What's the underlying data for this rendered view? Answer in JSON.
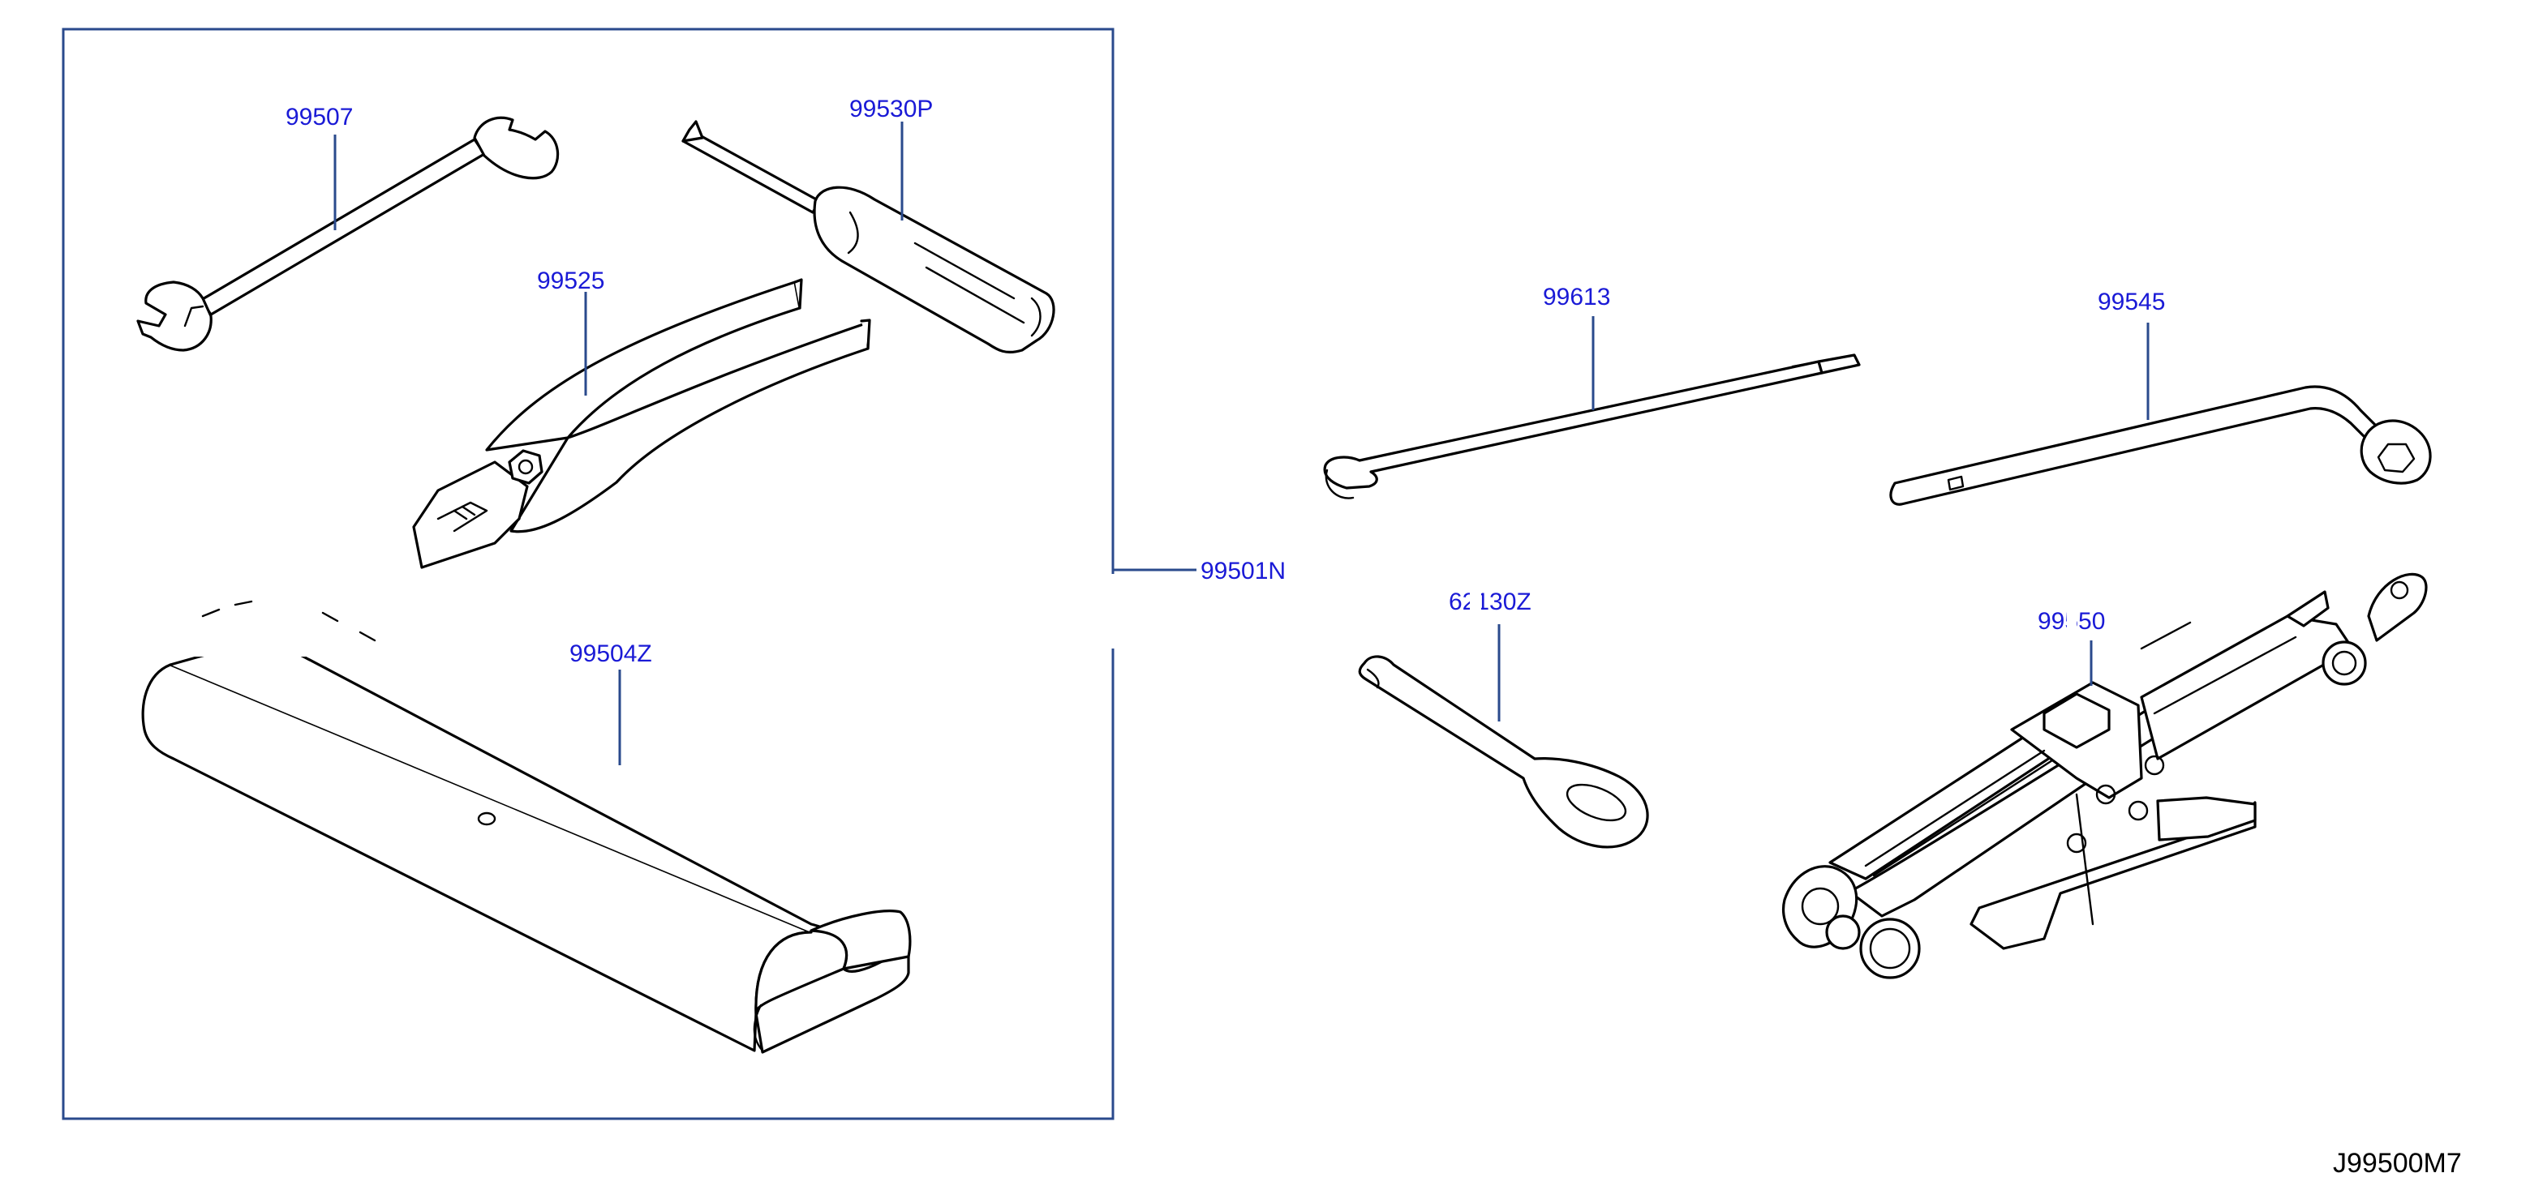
{
  "diagram_code": "J99500M7",
  "kit_label": "99501N",
  "parts": [
    {
      "id": "wrench",
      "number": "99507"
    },
    {
      "id": "screwdriver",
      "number": "99530P"
    },
    {
      "id": "pliers",
      "number": "99525"
    },
    {
      "id": "tool-bag",
      "number": "99504Z"
    },
    {
      "id": "hook-rod",
      "number": "99613"
    },
    {
      "id": "wheel-nut-wrench",
      "number": "99545"
    },
    {
      "id": "tow-hook",
      "number": "62130Z"
    },
    {
      "id": "jack",
      "number": "99550"
    }
  ],
  "colors": {
    "label": "#1a1ad6",
    "leader": "#2a4a8c",
    "line_art": "#000000",
    "background": "#ffffff"
  }
}
